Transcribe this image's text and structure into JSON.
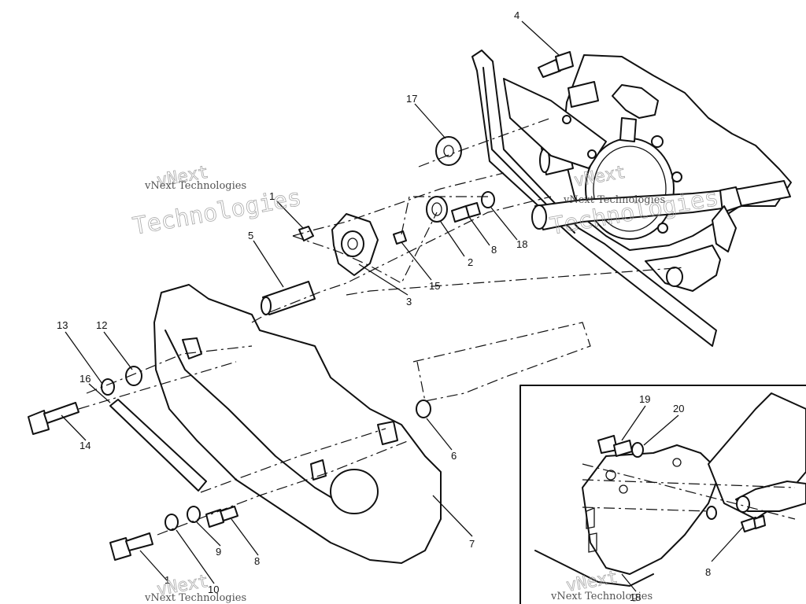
{
  "watermark": {
    "brand": "vNext",
    "line1": "vNext Technologies",
    "line2": "Technologies"
  },
  "callouts": [
    {
      "id": "c4",
      "label": "4"
    },
    {
      "id": "c17",
      "label": "17"
    },
    {
      "id": "c1a",
      "label": "1"
    },
    {
      "id": "c5",
      "label": "5"
    },
    {
      "id": "c2",
      "label": "2"
    },
    {
      "id": "c8a",
      "label": "8"
    },
    {
      "id": "c18a",
      "label": "18"
    },
    {
      "id": "c3",
      "label": "3"
    },
    {
      "id": "c15",
      "label": "15"
    },
    {
      "id": "c13",
      "label": "13"
    },
    {
      "id": "c12",
      "label": "12"
    },
    {
      "id": "c16",
      "label": "16"
    },
    {
      "id": "c14",
      "label": "14"
    },
    {
      "id": "c6",
      "label": "6"
    },
    {
      "id": "c7",
      "label": "7"
    },
    {
      "id": "c9",
      "label": "9"
    },
    {
      "id": "c8b",
      "label": "8"
    },
    {
      "id": "c1b",
      "label": "1"
    },
    {
      "id": "c10",
      "label": "10"
    },
    {
      "id": "c19",
      "label": "19"
    },
    {
      "id": "c20",
      "label": "20"
    },
    {
      "id": "c8c",
      "label": "8"
    },
    {
      "id": "c18b",
      "label": "18"
    }
  ]
}
